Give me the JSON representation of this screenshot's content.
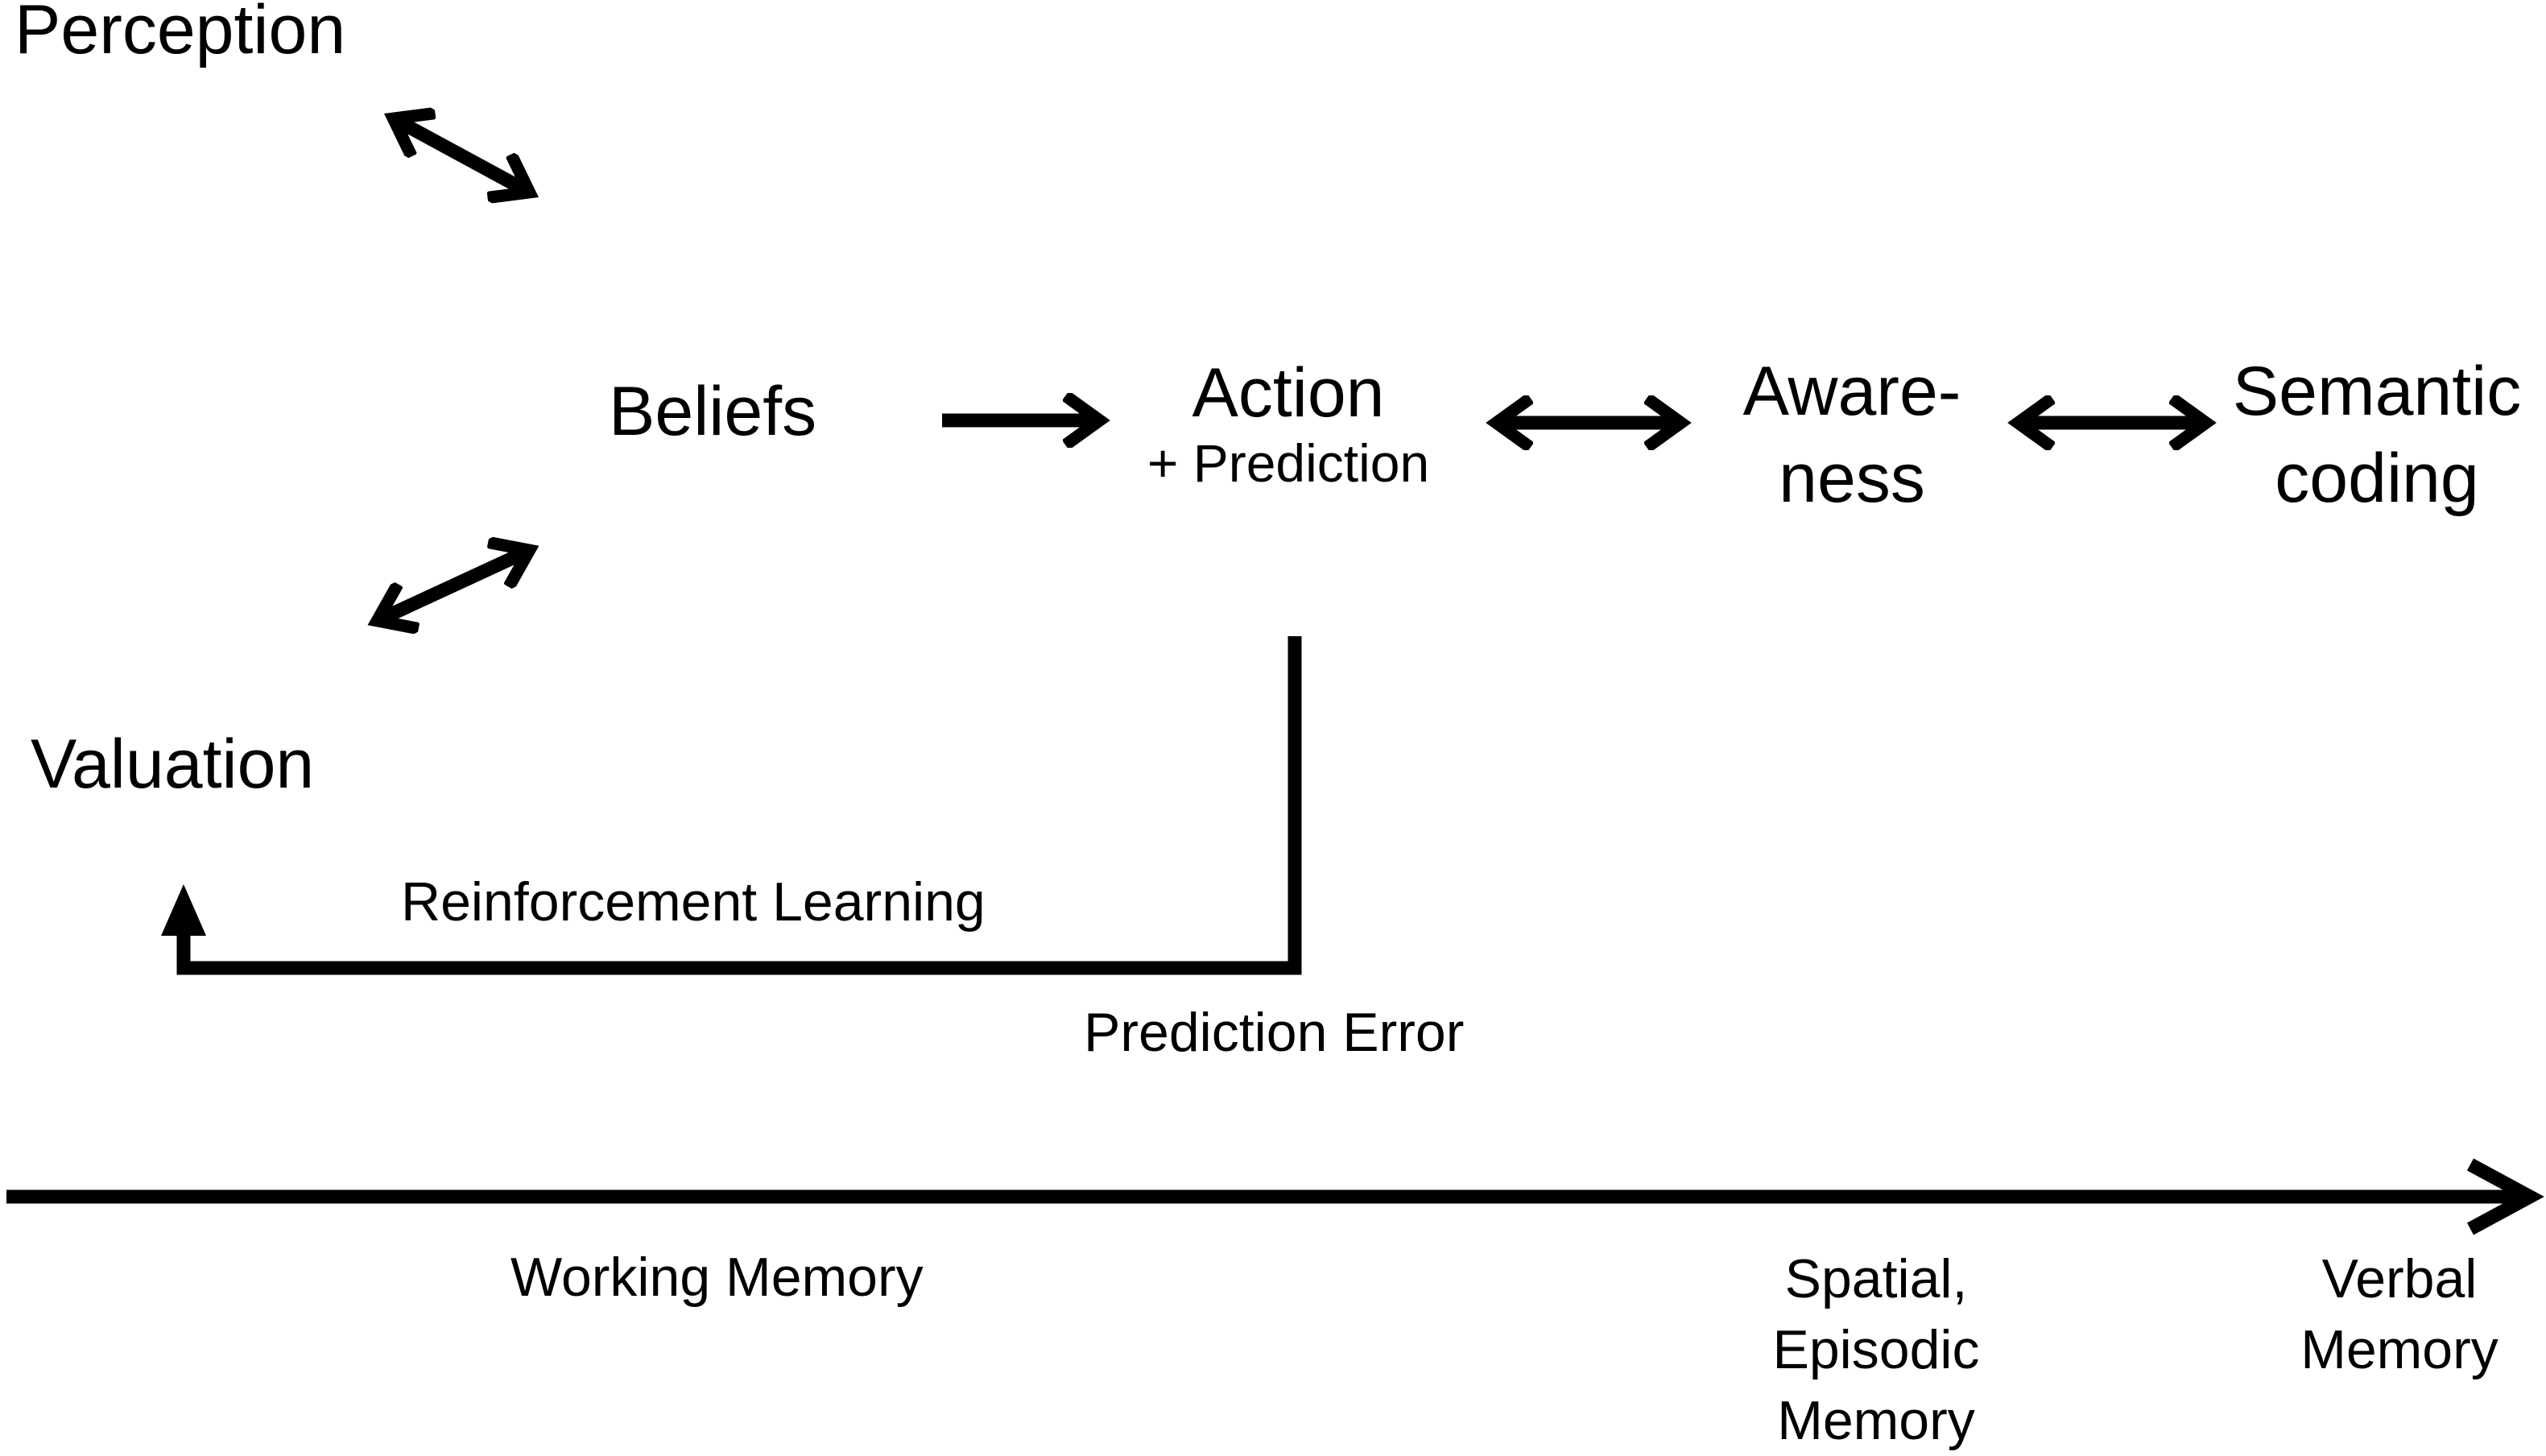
{
  "nodes": {
    "perception": "Perception",
    "beliefs": "Beliefs",
    "valuation": "Valuation",
    "action": "Action",
    "action_sub": "+ Prediction",
    "awareness_line1": "Aware-",
    "awareness_line2": "ness",
    "semantic_line1": "Semantic",
    "semantic_line2": "coding"
  },
  "edge_labels": {
    "reinforcement": "Reinforcement Learning",
    "prediction_error": "Prediction Error"
  },
  "axis_labels": {
    "working_memory": "Working Memory",
    "spatial_line1": "Spatial,",
    "spatial_line2": "Episodic",
    "spatial_line3": "Memory",
    "verbal_line1": "Verbal",
    "verbal_line2": "Memory"
  },
  "colors": {
    "ink": "#000000",
    "background": "#ffffff"
  }
}
